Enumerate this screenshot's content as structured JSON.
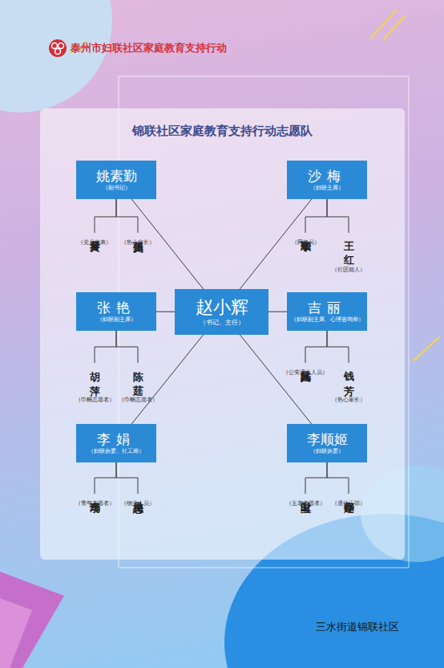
{
  "diagram": {
    "title": "锦联社区家庭教育支持行动志愿队",
    "nodes": [
      {
        "text": [
          "姚素勤",
          "（副书记）"
        ]
      },
      {
        "text": [
          "沙梅",
          "（妇联主席）"
        ]
      },
      {
        "text": [
          "黄月琴",
          "（党员代表）"
        ]
      },
      {
        "text": [
          "张美川",
          "（热心家长）"
        ]
      },
      {
        "text": [
          "丁顺华",
          "（网格员）"
        ]
      },
      {
        "text": [
          "王红",
          "（社区能人）"
        ]
      },
      {
        "text": [
          "张艳",
          "（妇联副主席）"
        ]
      },
      {
        "text": [
          "赵小辉",
          "（书记、主任）"
        ]
      },
      {
        "text": [
          "吉丽",
          "（妇联副主席、心理咨询师）"
        ]
      },
      {
        "text": [
          "胡萍",
          "（巾帼志愿者）"
        ]
      },
      {
        "text": [
          "陈莛",
          "（巾帼志愿者）"
        ]
      },
      {
        "text": [
          "陆其凤",
          "（公安退休人员）"
        ]
      },
      {
        "text": [
          "钱芳",
          "（热心家长）"
        ]
      },
      {
        "text": [
          "李娟",
          "（妇联执委、社工师）"
        ]
      },
      {
        "text": [
          "李顺姬",
          "（妇联执委）"
        ]
      },
      {
        "text": [
          "冯李奇",
          "（青年志愿者）"
        ]
      },
      {
        "text": [
          "吴忠梅",
          "（物业人员）"
        ]
      },
      {
        "text": [
          "卫时宝",
          "（五老志愿者）"
        ]
      },
      {
        "text": [
          "赵存华",
          "（退休干部）"
        ]
      }
    ],
    "edges": [
      {
        "from": 7,
        "to": 0,
        "arrow": "none"
      },
      {
        "from": 7,
        "to": 1,
        "arrow": "none"
      },
      {
        "from": 7,
        "to": 6,
        "arrow": "none"
      },
      {
        "from": 7,
        "to": 8,
        "arrow": "none"
      },
      {
        "from": 7,
        "to": 13,
        "arrow": "none"
      },
      {
        "from": 7,
        "to": 14,
        "arrow": "none"
      },
      {
        "from": 0,
        "to": 2,
        "arrow": "none"
      },
      {
        "from": 0,
        "to": 3,
        "arrow": "none"
      },
      {
        "from": 1,
        "to": 4,
        "arrow": "none"
      },
      {
        "from": 1,
        "to": 5,
        "arrow": "none"
      },
      {
        "from": 6,
        "to": 9,
        "arrow": "none"
      },
      {
        "from": 6,
        "to": 10,
        "arrow": "none"
      },
      {
        "from": 8,
        "to": 11,
        "arrow": "none"
      },
      {
        "from": 8,
        "to": 12,
        "arrow": "none"
      },
      {
        "from": 13,
        "to": 15,
        "arrow": "none"
      },
      {
        "from": 13,
        "to": 16,
        "arrow": "none"
      },
      {
        "from": 14,
        "to": 17,
        "arrow": "none"
      },
      {
        "from": 14,
        "to": 18,
        "arrow": "none"
      }
    ],
    "labels": [
      "泰州市妇联社区家庭教育支持行动",
      "三水街道锦联社区"
    ]
  }
}
